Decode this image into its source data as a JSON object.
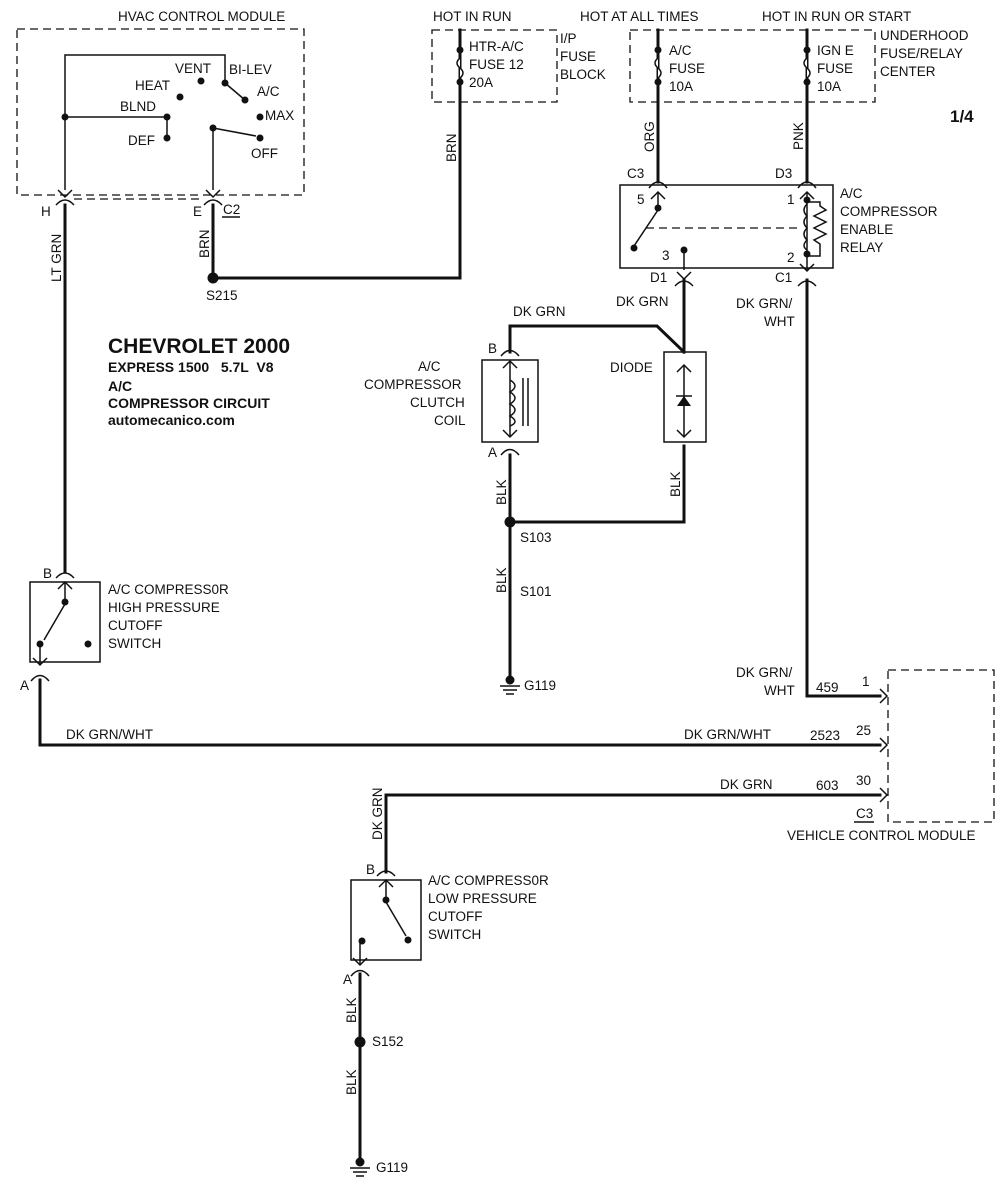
{
  "page_number": "1/4",
  "title": {
    "make": "CHEVROLET 2000",
    "model": "EXPRESS 1500   5.7L  V8",
    "system": "A/C",
    "circuit": "COMPRESSOR CIRCUIT",
    "site": "automecanico.com"
  },
  "power_headers": {
    "hot_in_run": "HOT IN RUN",
    "hot_at_all_times": "HOT AT ALL TIMES",
    "hot_in_run_or_start": "HOT IN RUN OR START"
  },
  "hvac_module": {
    "title": "HVAC CONTROL MODULE",
    "modes": [
      "VENT",
      "BI-LEV",
      "HEAT",
      "A/C",
      "BLND",
      "MAX",
      "DEF",
      "OFF"
    ],
    "pin_h": "H",
    "pin_e": "E",
    "connector": "C2"
  },
  "ip_fuse_block": {
    "fuse_name": "HTR-A/C",
    "fuse_number": "FUSE 12",
    "fuse_rating": "20A",
    "block_line1": "I/P",
    "block_line2": "FUSE",
    "block_line3": "BLOCK"
  },
  "underhood_center": {
    "fuse1_name": "A/C",
    "fuse1_label": "FUSE",
    "fuse1_rating": "10A",
    "fuse2_name": "IGN E",
    "fuse2_label": "FUSE",
    "fuse2_rating": "10A",
    "center_line1": "UNDERHOOD",
    "center_line2": "FUSE/RELAY",
    "center_line3": "CENTER"
  },
  "relay": {
    "line1": "A/C",
    "line2": "COMPRESSOR",
    "line3": "ENABLE",
    "line4": "RELAY",
    "pin_c3": "C3",
    "pin_d3": "D3",
    "pin_d1": "D1",
    "pin_c1": "C1",
    "term_5": "5",
    "term_1": "1",
    "term_3": "3",
    "term_2": "2"
  },
  "wire_colors": {
    "brn_top": "BRN",
    "brn_low": "BRN",
    "org": "ORG",
    "pnk": "PNK",
    "lt_grn": "LT GRN",
    "dk_grn_top": "DK GRN",
    "dk_grn_d1": "DK GRN",
    "dk_grn_wht_c1_a": "DK GRN/",
    "dk_grn_wht_c1_b": "WHT",
    "blk_coil": "BLK",
    "blk_diode": "BLK",
    "blk_s101": "BLK",
    "dk_grn_wht_vcm_a": "DK GRN/",
    "dk_grn_wht_vcm_b": "WHT",
    "dk_grn_wht_left": "DK GRN/WHT",
    "dk_grn_wht_right": "DK GRN/WHT",
    "dk_grn_603": "DK GRN",
    "dk_grn_vertical": "DK GRN",
    "blk_low1": "BLK",
    "blk_low2": "BLK"
  },
  "splices": {
    "s215": "S215",
    "s103": "S103",
    "s101": "S101",
    "s152": "S152"
  },
  "grounds": {
    "g119_top": "G119",
    "g119_bottom": "G119"
  },
  "clutch_coil": {
    "line1": "A/C",
    "line2": "COMPRESSOR",
    "line3": "CLUTCH",
    "line4": "COIL",
    "pin_b": "B",
    "pin_a": "A"
  },
  "diode": {
    "label": "DIODE"
  },
  "high_pressure_switch": {
    "line1": "A/C COMPRESS0R",
    "line2": "HIGH PRESSURE",
    "line3": "CUTOFF",
    "line4": "SWITCH",
    "pin_b": "B",
    "pin_a": "A"
  },
  "low_pressure_switch": {
    "line1": "A/C COMPRESS0R",
    "line2": "LOW PRESSURE",
    "line3": "CUTOFF",
    "line4": "SWITCH",
    "pin_b": "B",
    "pin_a": "A"
  },
  "vcm": {
    "label": "VEHICLE CONTROL MODULE",
    "connector": "C3",
    "pin_1": "1",
    "pin_25": "25",
    "pin_30": "30",
    "circuit_459": "459",
    "circuit_2523": "2523",
    "circuit_603": "603"
  }
}
